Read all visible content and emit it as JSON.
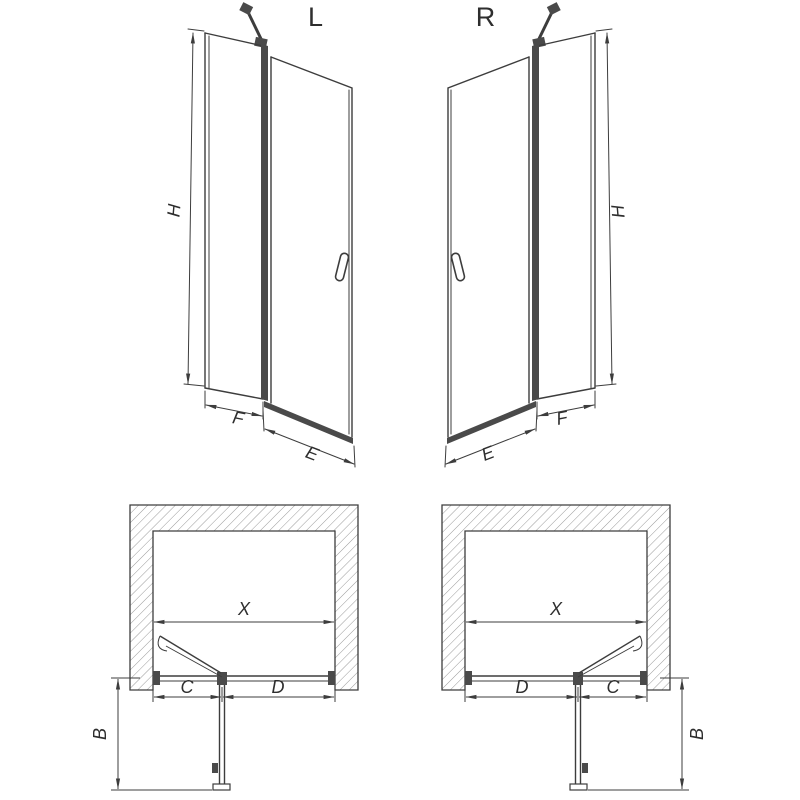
{
  "views": {
    "front_left": {
      "variant_label": "L",
      "dim_height": "H",
      "dim_fixed_panel": "F",
      "dim_door": "E"
    },
    "front_right": {
      "variant_label": "R",
      "dim_height": "H",
      "dim_fixed_panel": "F",
      "dim_door": "E"
    },
    "plan_left": {
      "dim_total_width": "X",
      "dim_left_segment": "C",
      "dim_right_segment": "D",
      "dim_depth": "B"
    },
    "plan_right": {
      "dim_total_width": "X",
      "dim_left_segment": "D",
      "dim_right_segment": "C",
      "dim_depth": "B"
    }
  },
  "colors": {
    "background": "#ffffff",
    "line": "#3d3d3d",
    "dark_fill": "#4a4a4a",
    "hatch": "#9a9a9a"
  }
}
